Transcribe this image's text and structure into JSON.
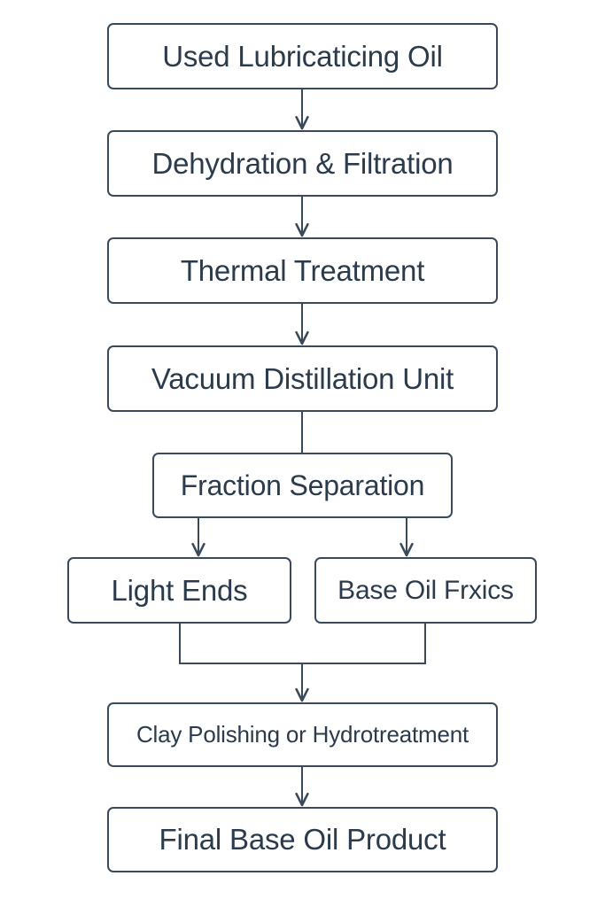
{
  "diagram": {
    "nodes": [
      {
        "id": "used-oil",
        "label": "Used Lubricaticing Oil"
      },
      {
        "id": "dehydration",
        "label": "Dehydration & Filtration"
      },
      {
        "id": "thermal",
        "label": "Thermal Treatment"
      },
      {
        "id": "vacuum",
        "label": "Vacuum Distillation Unit"
      },
      {
        "id": "fraction",
        "label": "Fraction Separation"
      },
      {
        "id": "light-ends",
        "label": "Light Ends"
      },
      {
        "id": "base-oil-fractions",
        "label": "Base Oil Frxics"
      },
      {
        "id": "polishing",
        "label": "Clay Polishing or Hydrotreatment"
      },
      {
        "id": "final",
        "label": "Final Base Oil Product"
      }
    ],
    "edges": [
      {
        "from": "used-oil",
        "to": "dehydration",
        "style": "arrow"
      },
      {
        "from": "dehydration",
        "to": "thermal",
        "style": "arrow"
      },
      {
        "from": "thermal",
        "to": "vacuum",
        "style": "arrow"
      },
      {
        "from": "vacuum",
        "to": "fraction",
        "style": "line"
      },
      {
        "from": "fraction",
        "to": "light-ends",
        "style": "arrow"
      },
      {
        "from": "fraction",
        "to": "base-oil-fractions",
        "style": "arrow"
      },
      {
        "from": "light-ends",
        "to": "polishing",
        "style": "merge-arrow"
      },
      {
        "from": "base-oil-fractions",
        "to": "polishing",
        "style": "merge-arrow"
      },
      {
        "from": "polishing",
        "to": "final",
        "style": "arrow"
      }
    ],
    "colors": {
      "stroke": "#3a4a5a",
      "text": "#2b3b4c",
      "background": "#ffffff"
    }
  }
}
